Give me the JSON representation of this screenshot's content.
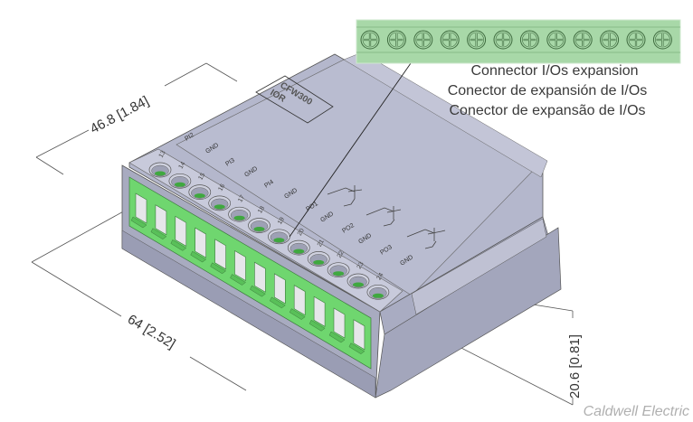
{
  "title": "Expansion module dimensional drawing",
  "dimensions": {
    "depth": "46.8 [1.84]",
    "width": "64 [2.52]",
    "height": "20.6 [0.81]"
  },
  "callout": {
    "lines": [
      "Connector I/Os expansion",
      "Conector de expansión de I/Os",
      "Conector de expansão de I/Os"
    ],
    "screw_count": 12
  },
  "device": {
    "model_line1": "CFW300",
    "model_line2": "IOR",
    "top_labels": [
      "PI2",
      "GND",
      "PI3",
      "GND",
      "PI4",
      "GND",
      "PO1",
      "GND",
      "PO2",
      "GND",
      "PO3",
      "GND"
    ],
    "terminal_numbers": [
      "13",
      "14",
      "15",
      "16",
      "17",
      "18",
      "19",
      "20",
      "21",
      "22",
      "23",
      "24"
    ],
    "colors": {
      "body": "#b4b7cc",
      "body_dark": "#9a9db4",
      "body_light": "#c8cadb",
      "connector_green": "#6fd66f",
      "callout_green": "#a8d8a8"
    }
  },
  "watermark": "Caldwell Electric"
}
